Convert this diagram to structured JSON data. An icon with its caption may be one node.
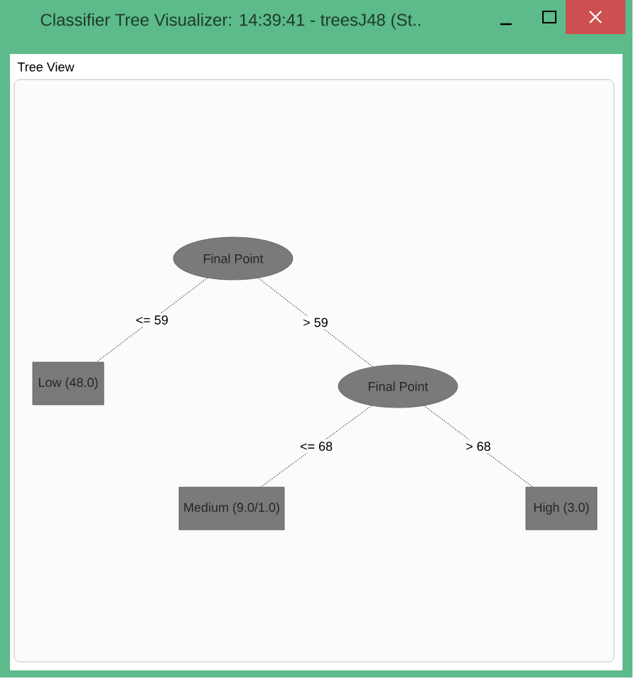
{
  "diagram": {
    "title": "Classifier Tree Visualizer: 14:39:41 - treesJ48 (St..",
    "nodes": [
      {
        "text": [
          "Final Point"
        ]
      },
      {
        "text": [
          "Low (48.0)"
        ]
      },
      {
        "text": [
          "Final Point"
        ]
      },
      {
        "text": [
          "Medium (9.0/1.0)"
        ]
      },
      {
        "text": [
          "High (3.0)"
        ]
      }
    ],
    "edges": [
      {
        "from": 0,
        "to": 1,
        "arrow": "none",
        "label": "<= 59"
      },
      {
        "from": 0,
        "to": 2,
        "arrow": "none",
        "label": "> 59"
      },
      {
        "from": 2,
        "to": 3,
        "arrow": "none",
        "label": "<= 68"
      },
      {
        "from": 2,
        "to": 4,
        "arrow": "none",
        "label": "> 68"
      }
    ],
    "labels": [
      "Tree View"
    ]
  }
}
